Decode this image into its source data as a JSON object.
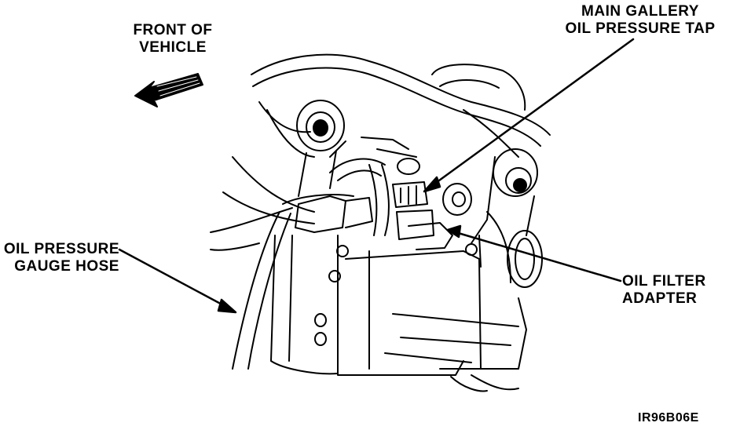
{
  "labels": {
    "front_of_vehicle": [
      "FRONT OF",
      "VEHICLE"
    ],
    "main_gallery_tap": [
      "MAIN GALLERY",
      "OIL PRESSURE TAP"
    ],
    "oil_pressure_gauge_hose": [
      "OIL PRESSURE",
      "GAUGE HOSE"
    ],
    "oil_filter_adapter": [
      "OIL FILTER",
      "ADAPTER"
    ],
    "figure_code": "IR96B06E"
  },
  "icons": {
    "direction_arrow": "left-arrow-icon"
  },
  "colors": {
    "line": "#000000",
    "background": "#ffffff"
  }
}
